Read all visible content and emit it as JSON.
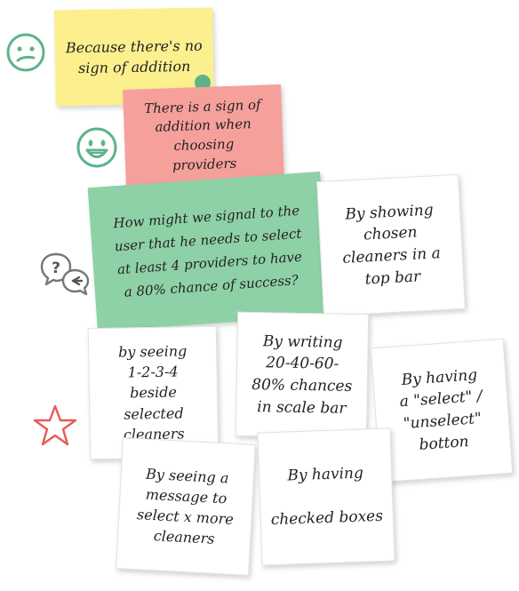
{
  "notes": {
    "n1": "Because there's no\nsign of addition",
    "n2": "There is a sign of\naddition when choosing\nproviders",
    "n3": "How might we signal to the\nuser that he needs to select\nat least 4 providers to have\na 80% chance of success?",
    "n4": "By showing\nchosen\ncleaners in a\ntop bar",
    "n5": "by seeing\n1-2-3-4\nbeside selected\ncleaners",
    "n6": "By writing\n20-40-60-\n80% chances\nin scale bar",
    "n7": "By having\na \"select\" /\n\"unselect\"\nbotton",
    "n8": "By seeing a\nmessage to\nselect x more\ncleaners",
    "n9": "By having\n\nchecked boxes"
  },
  "colors": {
    "yellow": "#fcef8e",
    "red": "#f6a09c",
    "green": "#8fd1a6",
    "icon_green": "#5db48a",
    "star": "#e85a57"
  },
  "icons": [
    "confused-face-icon",
    "smiley-face-icon",
    "question-chat-icon",
    "star-icon"
  ]
}
